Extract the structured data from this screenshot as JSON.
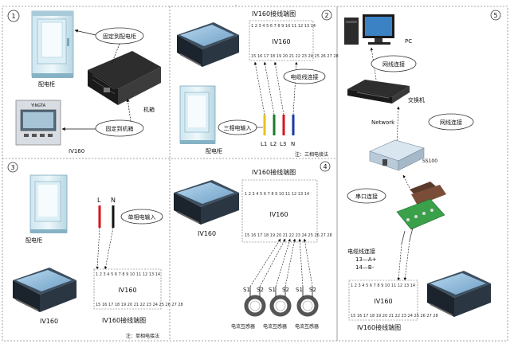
{
  "panel1": {
    "number": "1",
    "cabinet_label": "配电柜",
    "fix_cabinet": "固定到配电柜",
    "chassis_label": "机箱",
    "fix_chassis": "固定到机箱",
    "meter_brand": "YINGTA",
    "model": "IV160"
  },
  "panel2": {
    "number": "2",
    "title": "IV160接线端图",
    "box_model": "IV160",
    "terminals_top": "1 2 3 4 5 6 7 8 9 10 11 12 13 14",
    "terminals_bottom": "15 16 17 18 19 20 21 22 23 24 25 26 27 28",
    "cable_conn": "电缆线连接",
    "three_phase_in": "三相电输入",
    "cabinet_label": "配电柜",
    "phases": [
      "L1",
      "L2",
      "L3",
      "N"
    ],
    "note": "注：三相电接法",
    "phase_colors": [
      "#e8c21a",
      "#1a7a2a",
      "#d8141c",
      "#1a3aa8"
    ]
  },
  "panel3": {
    "number": "3",
    "cabinet_label": "配电柜",
    "L": "L",
    "N": "N",
    "single_phase_in": "单相电输入",
    "model": "IV160",
    "box_model": "IV160",
    "terminals_top": "1 2 3 4 5 6 7 8 9 10 11 12 13 14",
    "terminals_bottom": "15 16 17 18 19 20 21 22 23 24 25 26 27 28",
    "diagram_title": "IV160接线端图",
    "note": "注：单相电接法"
  },
  "panel4": {
    "number": "4",
    "title": "IV160接线端图",
    "box_model": "IV160",
    "terminals_top": "1 2 3 4 5 6 7 8 9 10 11 12 13 14",
    "terminals_bottom": "15 16 17 18 19 20 21 22 23 24 25 26 27 28",
    "model": "IV160",
    "s1": "S1",
    "s2": "S2",
    "ct_label": "电流互感器"
  },
  "panel5": {
    "number": "5",
    "pc": "PC",
    "net_conn_1": "网线连接",
    "switch": "交换机",
    "network": "Network",
    "net_conn_2": "网线连接",
    "ss100": "SS100",
    "serial_conn": "串口连接",
    "cable_conn": "电缆线连接",
    "pin_a": "13—A+",
    "pin_b": "14—B-",
    "box_model": "IV160",
    "terminals_top": "1 2 3 4 5 6 7 8 9 10 11 12 13 14",
    "terminals_bottom": "15 16 17 18 19 20 21 22 23 24 25 26 27 28",
    "diagram_title": "IV160接线端图"
  },
  "top_mark": "."
}
